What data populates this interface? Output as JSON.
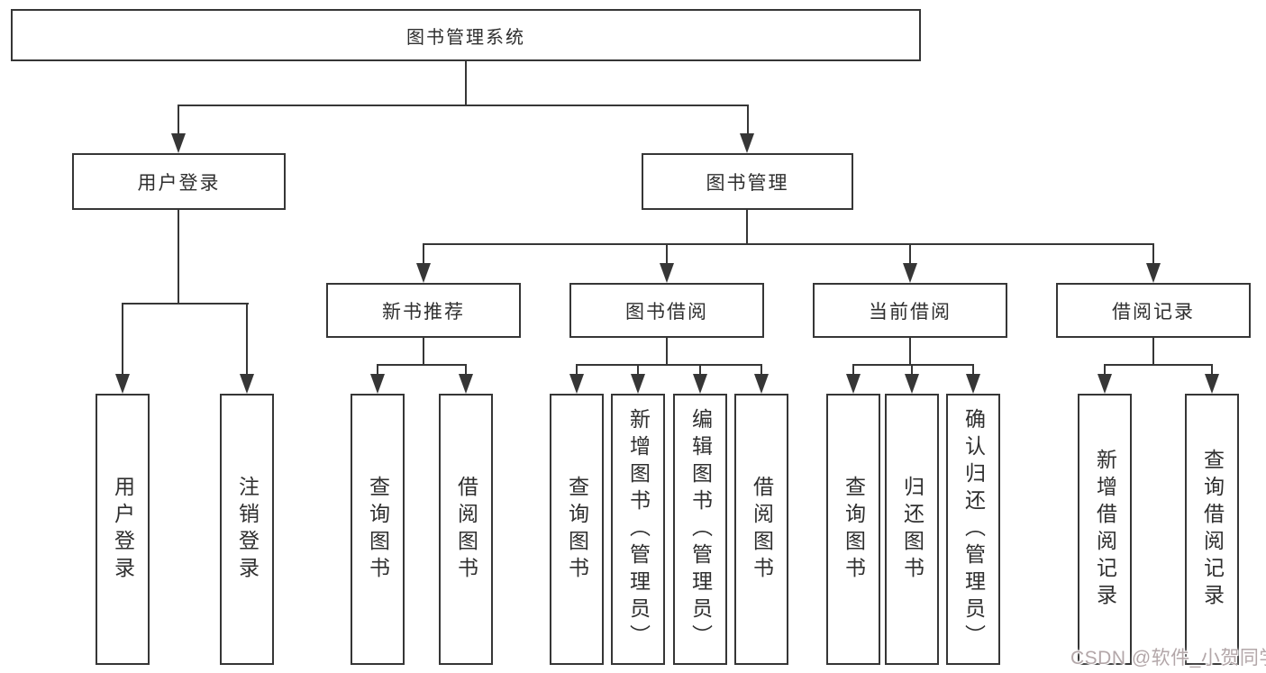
{
  "diagram": {
    "root": {
      "label": "图书管理系统"
    },
    "level2": [
      {
        "label": "用户登录"
      },
      {
        "label": "图书管理"
      }
    ],
    "level3": [
      {
        "label": "新书推荐"
      },
      {
        "label": "图书借阅"
      },
      {
        "label": "当前借阅"
      },
      {
        "label": "借阅记录"
      }
    ],
    "leaves": {
      "user_login": [
        {
          "label": "用户登录"
        },
        {
          "label": "注销登录"
        }
      ],
      "new_book_recommend": [
        {
          "label": "查询图书"
        },
        {
          "label": "借阅图书"
        }
      ],
      "book_borrow": [
        {
          "label": "查询图书"
        },
        {
          "label": "新增图书（管理员）"
        },
        {
          "label": "编辑图书（管理员）"
        },
        {
          "label": "借阅图书"
        }
      ],
      "current_borrow": [
        {
          "label": "查询图书"
        },
        {
          "label": "归还图书"
        },
        {
          "label": "确认归还（管理员）"
        }
      ],
      "borrow_record": [
        {
          "label": "新增借阅记录"
        },
        {
          "label": "查询借阅记录"
        }
      ]
    }
  },
  "watermark": {
    "text": "CSDN @软件_小贺同学",
    "color": "#b3a7a9"
  },
  "colors": {
    "line": "#363636",
    "text": "#2f2f2f",
    "background": "#ffffff"
  }
}
